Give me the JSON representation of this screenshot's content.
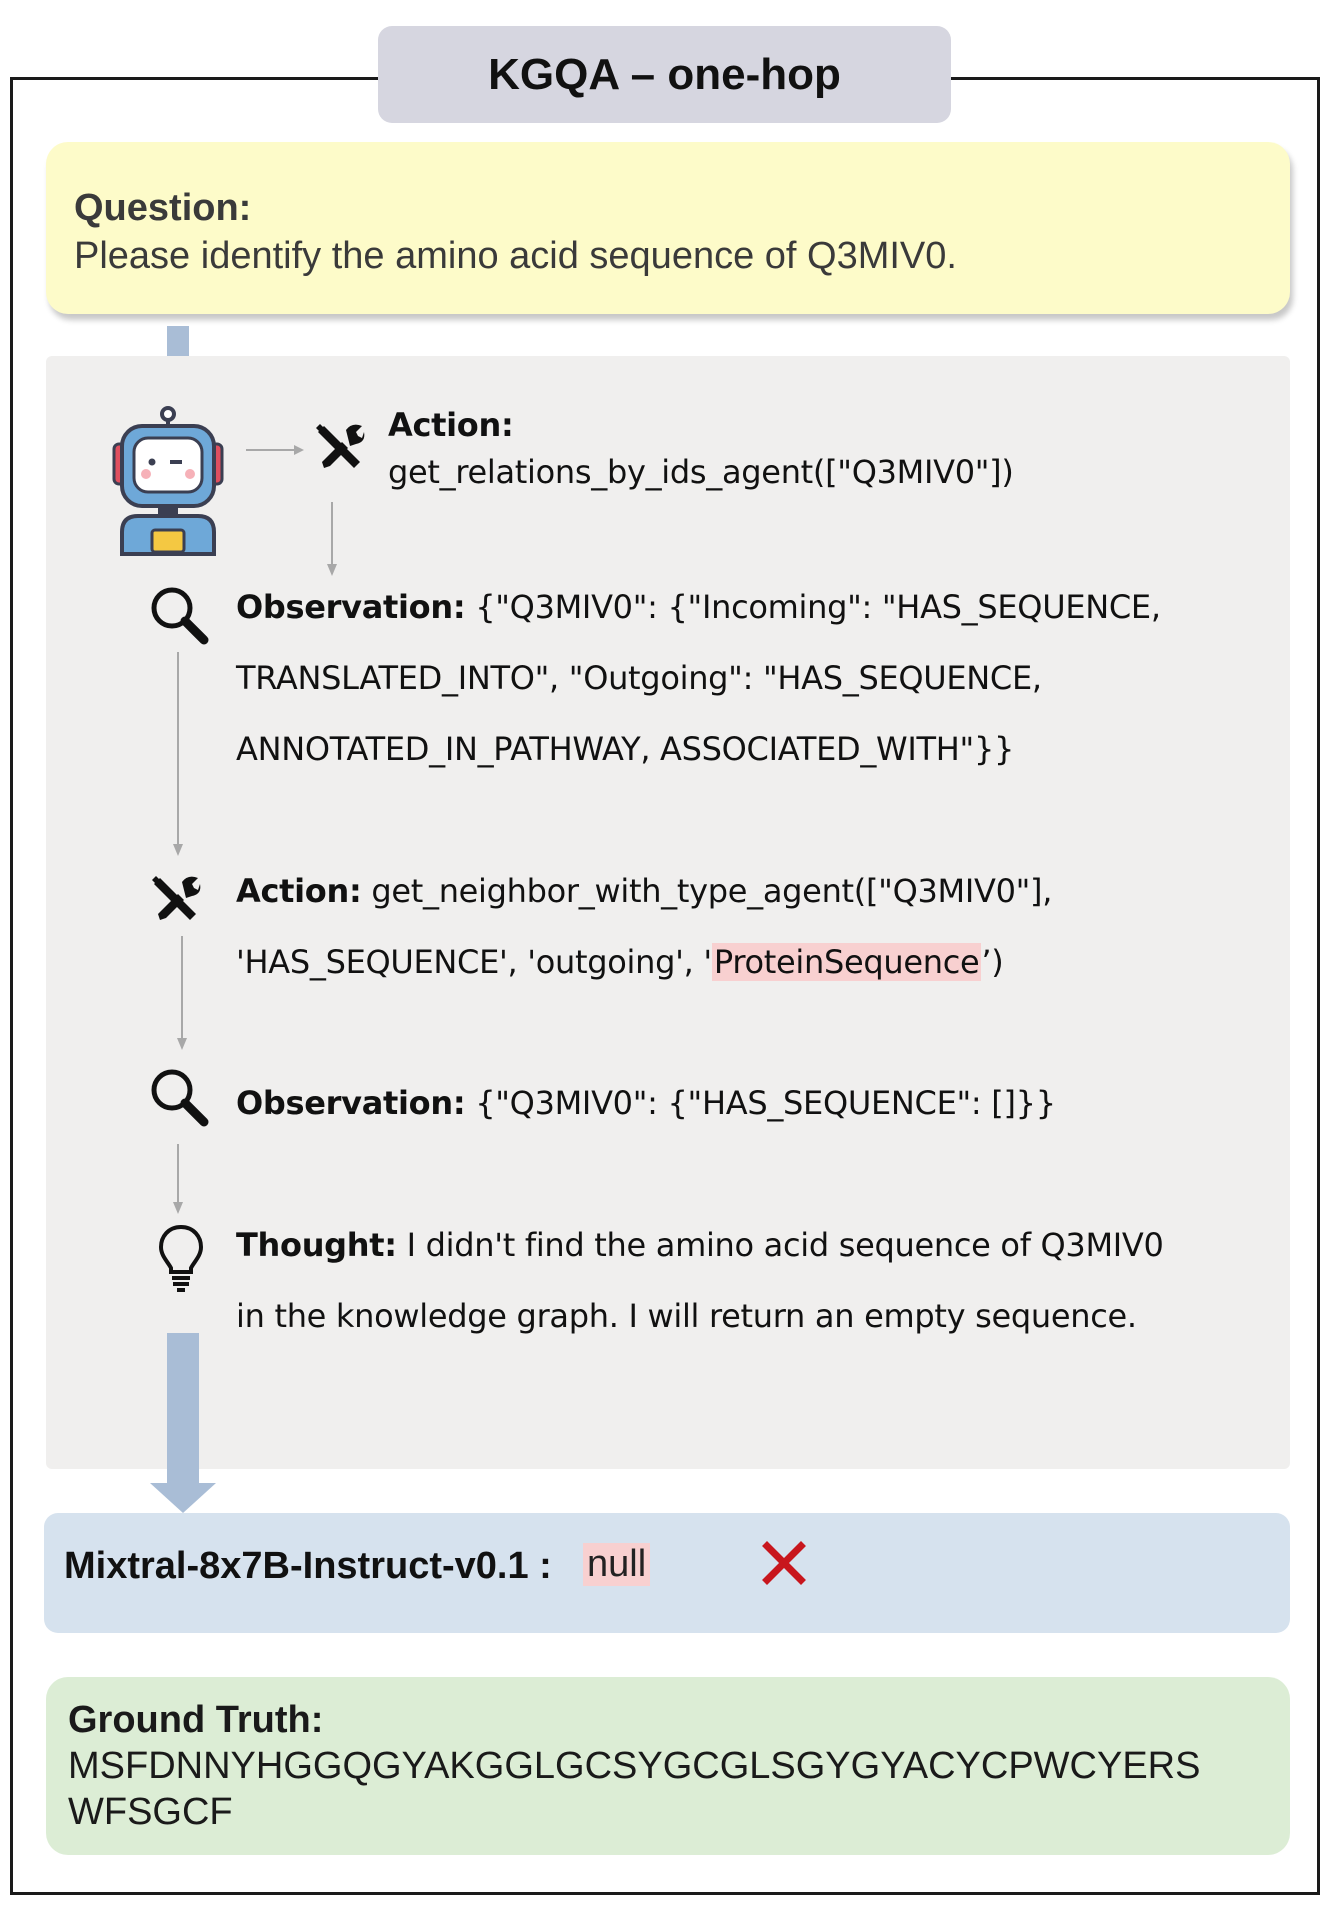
{
  "title": "KGQA – one-hop",
  "question": {
    "label": "Question:",
    "text": "Please identify the amino acid sequence of Q3MIV0."
  },
  "trace": {
    "action1_label": "Action:",
    "action1_code": "get_relations_by_ids_agent([\"Q3MIV0\"])",
    "obs1_label": "Observation:",
    "obs1_line1": " {\"Q3MIV0\": {\"Incoming\": \"HAS_SEQUENCE,",
    "obs1_line2": "TRANSLATED_INTO\", \"Outgoing\": \"HAS_SEQUENCE,",
    "obs1_line3": "ANNOTATED_IN_PATHWAY, ASSOCIATED_WITH\"}}",
    "action2_label": "Action:",
    "action2_line1": " get_neighbor_with_type_agent([\"Q3MIV0\"],",
    "action2_line2_pre": "'HAS_SEQUENCE', 'outgoing', '",
    "action2_highlight": "ProteinSequence",
    "action2_line2_post": "’)",
    "obs2_label": "Observation:",
    "obs2_text": " {\"Q3MIV0\": {\"HAS_SEQUENCE\": []}}",
    "thought_label": "Thought:",
    "thought_line1": " I didn't find the amino acid sequence of Q3MIV0",
    "thought_line2": "in the knowledge graph. I will return an empty sequence."
  },
  "answer": {
    "model": "Mixtral-8x7B-Instruct-v0.1 :",
    "value": "null",
    "status_icon": "red-x-mark",
    "status_color": "#c8161d"
  },
  "ground_truth": {
    "label": "Ground Truth:",
    "line1": "MSFDNNYHGGQGYAKGGLGCSYGCGLSGYGYACYCPWCYERS",
    "line2": "WFSGCF"
  },
  "colors": {
    "title_bg": "#d6d6e0",
    "question_bg": "#fdfbc9",
    "trace_bg": "#f0efee",
    "answer_bg": "#d6e2ee",
    "truth_bg": "#dcedd5",
    "highlight": "#f8d0d0",
    "flow_arrow": "#a9bdd6"
  }
}
